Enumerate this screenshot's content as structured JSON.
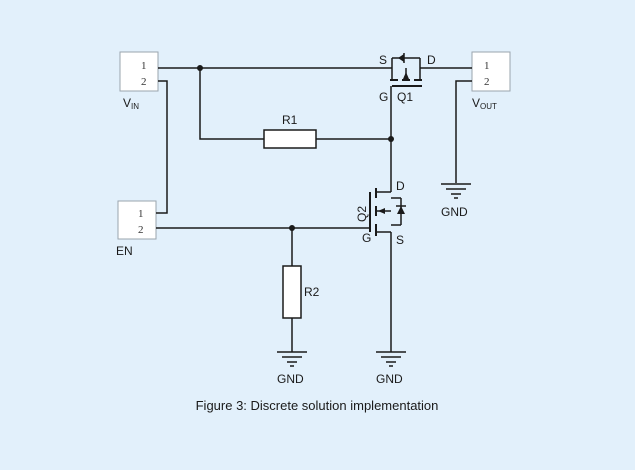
{
  "connectors": {
    "vin": {
      "pin1": "1",
      "pin2": "2",
      "label_main": "V",
      "label_sub": "IN"
    },
    "vout": {
      "pin1": "1",
      "pin2": "2",
      "label_main": "V",
      "label_sub": "OUT"
    },
    "en": {
      "pin1": "1",
      "pin2": "2",
      "label": "EN"
    }
  },
  "q1": {
    "name": "Q1",
    "source": "S",
    "drain": "D",
    "gate": "G"
  },
  "q2": {
    "name": "Q2",
    "source": "S",
    "drain": "D",
    "gate": "G"
  },
  "resistors": {
    "r1": "R1",
    "r2": "R2"
  },
  "grounds": {
    "vout": "GND",
    "r2": "GND",
    "q2": "GND"
  },
  "caption": "Figure 3: Discrete solution implementation"
}
